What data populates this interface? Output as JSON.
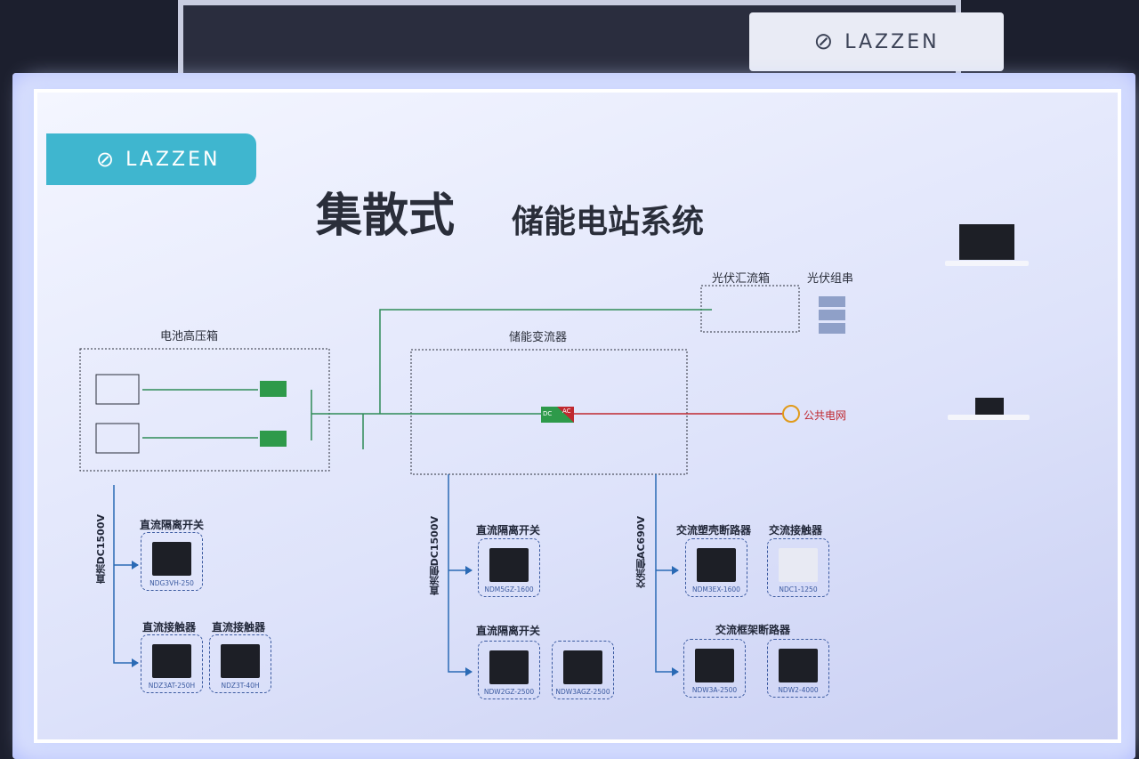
{
  "brand": "LAZZEN",
  "title": {
    "part1": "集散式",
    "part2": "储能电站系统"
  },
  "labels": {
    "battery_box": "电池高压箱",
    "pcs": "储能变流器",
    "pv_combiner": "光伏汇流箱",
    "pv_string": "光伏组串",
    "grid": "公共电网",
    "dc": "DC",
    "ac": "AC"
  },
  "branches": [
    {
      "label": "直流DC1500V",
      "groups": [
        {
          "title": "直流隔离开关",
          "products": [
            "NDG3VH-250"
          ]
        },
        {
          "title": "直流接触器",
          "products": [
            "NDZ3AT-250H"
          ]
        },
        {
          "title": "直流接触器",
          "products": [
            "NDZ3T-40H"
          ]
        }
      ]
    },
    {
      "label": "直流侧DC1500V",
      "groups": [
        {
          "title": "直流隔离开关",
          "products": [
            "NDM5GZ-1600"
          ]
        },
        {
          "title": "直流隔离开关",
          "products": [
            "NDW2GZ-2500",
            "NDW3AGZ-2500"
          ]
        }
      ]
    },
    {
      "label": "交流侧AC690V",
      "groups": [
        {
          "title": "交流塑壳断路器",
          "products": [
            "NDM3EX-1600"
          ]
        },
        {
          "title": "交流接触器",
          "products": [
            "NDC1-1250"
          ]
        },
        {
          "title": "交流框架断路器",
          "products": [
            "NDW3A-2500",
            "NDW2-4000"
          ]
        }
      ]
    }
  ],
  "colors": {
    "dc_line": "#2e8b57",
    "ac_line": "#c0282f",
    "converter": "#2e9a4a",
    "accent": "#3fb6cf"
  }
}
